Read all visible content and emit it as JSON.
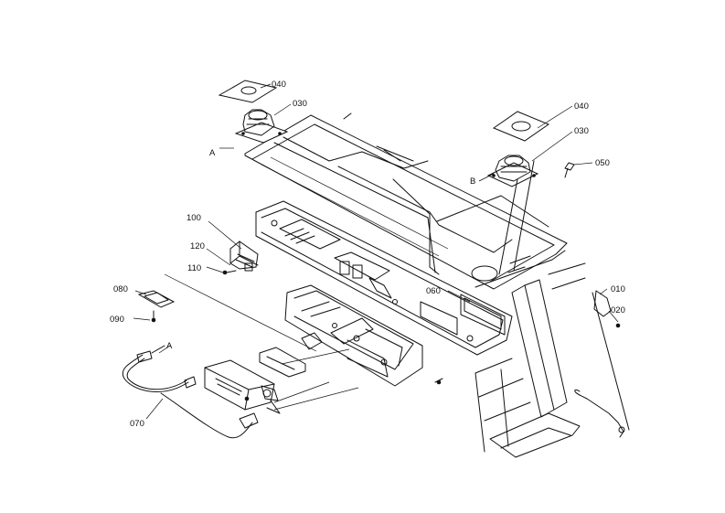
{
  "parts": [
    {
      "key": "040_left",
      "number": "040"
    },
    {
      "key": "030_left",
      "number": "030"
    },
    {
      "key": "040_right",
      "number": "040"
    },
    {
      "key": "030_right",
      "number": "030"
    },
    {
      "key": "050",
      "number": "050"
    },
    {
      "key": "100",
      "number": "100"
    },
    {
      "key": "120",
      "number": "120"
    },
    {
      "key": "110",
      "number": "110"
    },
    {
      "key": "080",
      "number": "080"
    },
    {
      "key": "090",
      "number": "090"
    },
    {
      "key": "060",
      "number": "060"
    },
    {
      "key": "010",
      "number": "010"
    },
    {
      "key": "020",
      "number": "020"
    },
    {
      "key": "070",
      "number": "070"
    }
  ],
  "markers": [
    {
      "key": "A_top",
      "text": "A"
    },
    {
      "key": "B",
      "text": "B"
    },
    {
      "key": "A_cable",
      "text": "A"
    }
  ]
}
